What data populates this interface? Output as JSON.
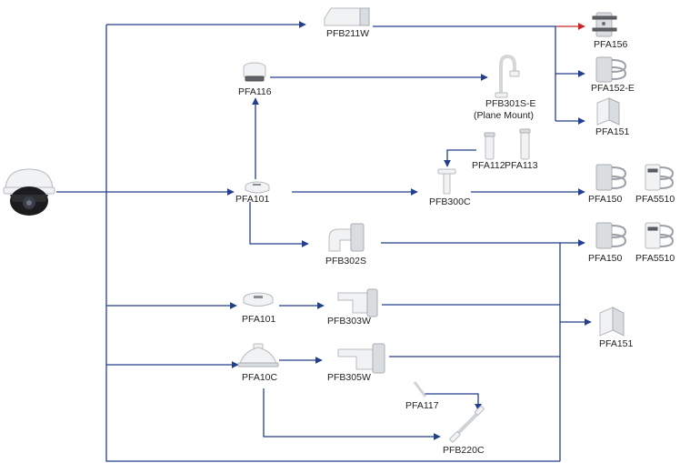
{
  "labels": {
    "pfb211w": "PFB211W",
    "pfa156": "PFA156",
    "pfa116": "PFA116",
    "pfb301se_line1": "PFB301S-E",
    "pfb301se_line2": "(Plane Mount)",
    "pfa152e": "PFA152-E",
    "pfa151_top": "PFA151",
    "pfa112": "PFA112",
    "pfa113": "PFA113",
    "pfa101_main": "PFA101",
    "pfb300c": "PFB300C",
    "pfa150_a": "PFA150",
    "pfa5510_a": "PFA5510",
    "pfb302s": "PFB302S",
    "pfa150_b": "PFA150",
    "pfa5510_b": "PFA5510",
    "pfa101_second": "PFA101",
    "pfb303w": "PFB303W",
    "pfa151_bottom": "PFA151",
    "pfa10c": "PFA10C",
    "pfb305w": "PFB305W",
    "pfa117": "PFA117",
    "pfb220c": "PFB220C"
  },
  "colors": {
    "connector": "#253f8f",
    "connector_highlight": "#c8262c"
  }
}
